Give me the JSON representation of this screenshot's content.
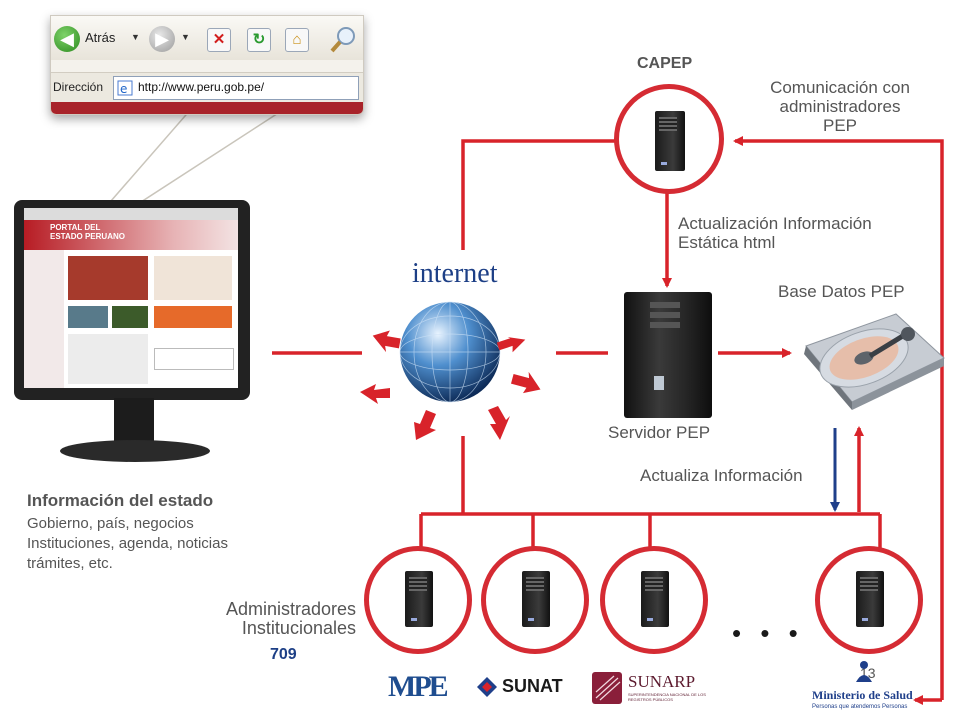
{
  "browser": {
    "back_label": "Atrás",
    "address_label": "Dirección",
    "url": "http://www.peru.gob.pe/"
  },
  "monitor": {
    "portal_title": "PORTAL DEL\nESTADO PERUANO"
  },
  "info": {
    "heading": "Información del estado",
    "line1": "Gobierno, país, negocios",
    "line2": "Instituciones, agenda, noticias",
    "line3": "trámites, etc."
  },
  "diagram": {
    "internet_label": "internet",
    "capep_label": "CAPEP",
    "comm_line1": "Comunicación con",
    "comm_line2": "administradores",
    "comm_line3": "PEP",
    "update_line1": "Actualización Información",
    "update_line2": "Estática html",
    "db_label": "Base Datos PEP",
    "server_label": "Servidor PEP",
    "actualiza_label": "Actualiza Información",
    "admins_line1": "Administradores",
    "admins_line2": "Institucionales",
    "ellipsis": "• • •",
    "number_709": "709",
    "page_number": "13"
  },
  "logos": {
    "mpe": "MPE",
    "sunat": "SUNAT",
    "sunarp": "SUNARP",
    "sunarp_sub": "SUPERINTENDENCIA NACIONAL DE LOS REGISTROS PÚBLICOS",
    "minsa": "Ministerio de Salud",
    "minsa_sub": "Personas que atendemos Personas"
  },
  "colors": {
    "line_red": "#d8232a",
    "circle_red": "#d52b33",
    "arrow_blue": "#1f3f8a",
    "text_gray": "#555555",
    "internet_blue": "#1d3f86"
  }
}
